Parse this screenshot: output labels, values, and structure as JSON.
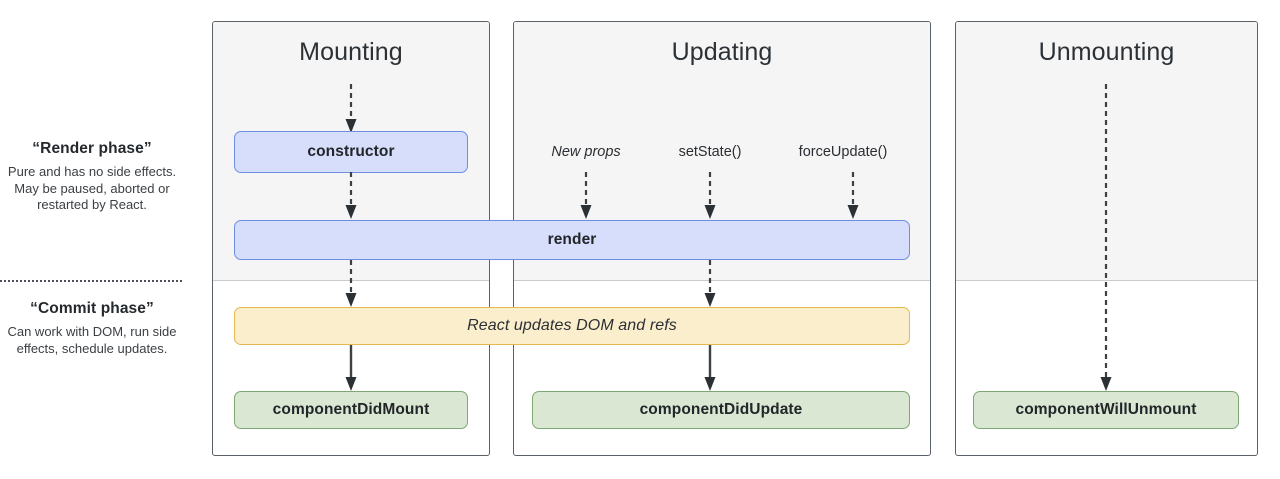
{
  "legend": {
    "render_phase": {
      "title": "“Render phase”",
      "body": "Pure and has no side effects. May be paused, aborted or restarted by React."
    },
    "commit_phase": {
      "title": "“Commit phase”",
      "body": "Can work with DOM, run side effects, schedule updates."
    }
  },
  "columns": {
    "mounting": {
      "title": "Mounting"
    },
    "updating": {
      "title": "Updating"
    },
    "unmounting": {
      "title": "Unmounting"
    }
  },
  "triggers": {
    "new_props": "New props",
    "set_state": "setState()",
    "force_update": "forceUpdate()"
  },
  "boxes": {
    "constructor": "constructor",
    "render": "render",
    "react_updates": "React updates DOM and refs",
    "component_did_mount": "componentDidMount",
    "component_did_update": "componentDidUpdate",
    "component_will_unmount": "componentWillUnmount"
  },
  "colors": {
    "blue_fill": "#d6defc",
    "blue_border": "#6e8ee0",
    "green_fill": "#d9e7d3",
    "green_border": "#7ea872",
    "amber_fill": "#fbeecd",
    "amber_border": "#e3b84f",
    "render_zone_bg": "#f5f5f5",
    "panel_border": "#5a6067",
    "text": "#2b2f33"
  }
}
